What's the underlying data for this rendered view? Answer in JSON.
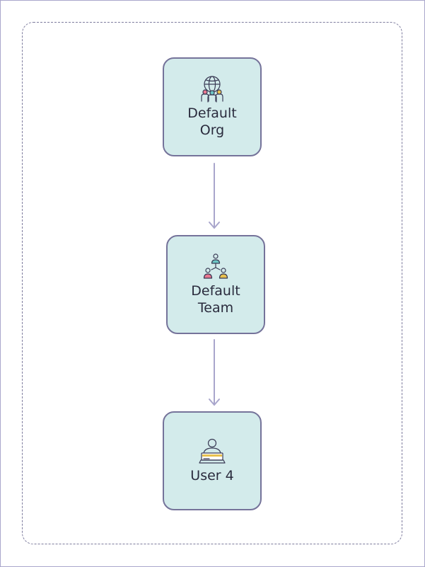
{
  "nodes": {
    "org": {
      "label": "Default\nOrg",
      "icon": "organization-globe-icon"
    },
    "team": {
      "label": "Default\nTeam",
      "icon": "team-hierarchy-icon"
    },
    "user": {
      "label": "User 4",
      "icon": "user-laptop-icon"
    }
  },
  "colors": {
    "node_fill": "#d3ebeb",
    "node_border": "#75739a",
    "container_border": "#7d7b9d",
    "arrow": "#a9a6cc",
    "accent_pink": "#e8778f",
    "accent_teal": "#6cc6c4",
    "accent_yellow": "#e8c14e"
  }
}
